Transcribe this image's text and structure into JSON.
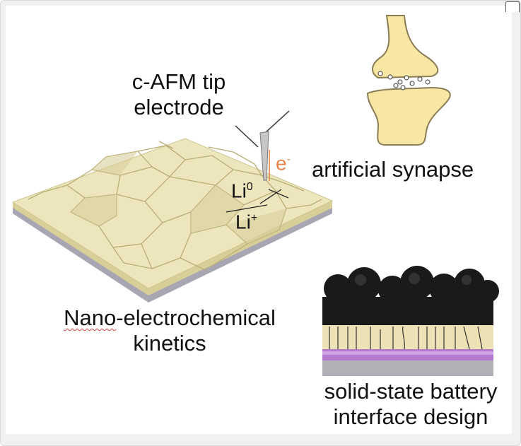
{
  "labels": {
    "tip_line1": "c-AFM tip",
    "tip_line2": "electrode",
    "electron": "e",
    "electron_sup": "-",
    "li0": "Li",
    "li0_sup": "0",
    "liplus": "Li",
    "liplus_sup": "+",
    "synapse": "artificial synapse",
    "nano_prefix": "Nano",
    "nano_rest": "-electrochemical",
    "kinetics": "kinetics",
    "battery_line1": "solid-state battery",
    "battery_line2": "interface design"
  },
  "colors": {
    "film": "#ede6bd",
    "film_edge": "#d8cf98",
    "substrate": "#a9a6b3",
    "synapse_fill": "#f8e6a3",
    "synapse_stroke": "#8a7d55",
    "battery_particles": "#1a1a1a",
    "battery_electrolyte": "#ede2b5",
    "battery_interlayer": "#b37ad0",
    "battery_base": "#b0b0b6",
    "electron_color": "#e5844a"
  }
}
